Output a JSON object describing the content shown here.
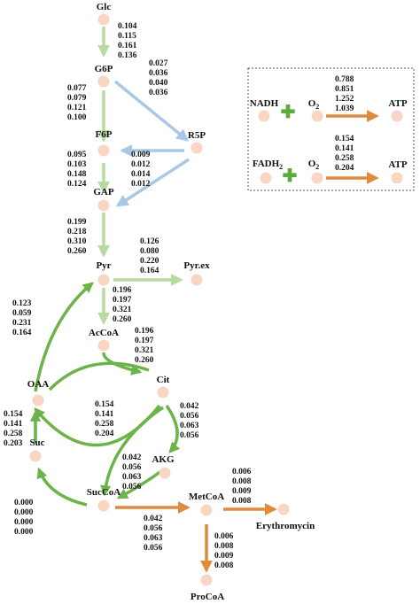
{
  "colors": {
    "node": "#f9d5c4",
    "glycolysis_arrow": "#b6dba0",
    "ppp_arrow": "#a7c9e6",
    "tca_arrow": "#6cb34a",
    "product_arrow": "#e08a3c",
    "plus": "#5aab3a"
  },
  "nodes": [
    {
      "id": "glc",
      "label": "Glc"
    },
    {
      "id": "g6p",
      "label": "G6P"
    },
    {
      "id": "r5p",
      "label": "R5P"
    },
    {
      "id": "f6p",
      "label": "F6P"
    },
    {
      "id": "gap",
      "label": "GAP"
    },
    {
      "id": "pyr",
      "label": "Pyr"
    },
    {
      "id": "pyrex",
      "label": "Pyr.ex"
    },
    {
      "id": "accoa",
      "label": "AcCoA"
    },
    {
      "id": "cit",
      "label": "Cit"
    },
    {
      "id": "oaa",
      "label": "OAA"
    },
    {
      "id": "akg",
      "label": "AKG"
    },
    {
      "id": "suc",
      "label": "Suc"
    },
    {
      "id": "succoa",
      "label": "SucCoA"
    },
    {
      "id": "metcoa",
      "label": "MetCoA"
    },
    {
      "id": "erythromycin",
      "label": "Erythromycin"
    },
    {
      "id": "procoa",
      "label": "ProCoA"
    }
  ],
  "fluxes": [
    {
      "id": "glc_g6p",
      "values": [
        "0.104",
        "0.115",
        "0.161",
        "0.136"
      ]
    },
    {
      "id": "g6p_r5p",
      "values": [
        "0.027",
        "0.036",
        "0.040",
        "0.036"
      ]
    },
    {
      "id": "g6p_f6p",
      "values": [
        "0.077",
        "0.079",
        "0.121",
        "0.100"
      ]
    },
    {
      "id": "f6p_gap",
      "values": [
        "0.095",
        "0.103",
        "0.148",
        "0.124"
      ]
    },
    {
      "id": "r5p_f6p_gap",
      "values": [
        "0.009",
        "0.012",
        "0.014",
        "0.012"
      ]
    },
    {
      "id": "gap_pyr",
      "values": [
        "0.199",
        "0.218",
        "0.310",
        "0.260"
      ]
    },
    {
      "id": "pyr_pyrex",
      "values": [
        "0.126",
        "0.080",
        "0.220",
        "0.164"
      ]
    },
    {
      "id": "pyr_accoa",
      "values": [
        "0.196",
        "0.197",
        "0.321",
        "0.260"
      ]
    },
    {
      "id": "oaa_pyr",
      "values": [
        "0.123",
        "0.059",
        "0.231",
        "0.164"
      ]
    },
    {
      "id": "accoa_cit",
      "values": [
        "0.196",
        "0.197",
        "0.321",
        "0.260"
      ]
    },
    {
      "id": "cit_akg",
      "values": [
        "0.042",
        "0.056",
        "0.063",
        "0.056"
      ]
    },
    {
      "id": "cit_oaa_glyox",
      "values": [
        "0.154",
        "0.141",
        "0.258",
        "0.204"
      ]
    },
    {
      "id": "suc_oaa",
      "values": [
        "0.154",
        "0.141",
        "0.258",
        "0.203"
      ]
    },
    {
      "id": "akg_succoa",
      "values": [
        "0.042",
        "0.056",
        "0.063",
        "0.056"
      ]
    },
    {
      "id": "succoa_suc",
      "values": [
        "0.000",
        "0.000",
        "0.000",
        "0.000"
      ]
    },
    {
      "id": "succoa_metcoa",
      "values": [
        "0.042",
        "0.056",
        "0.063",
        "0.056"
      ]
    },
    {
      "id": "metcoa_erythromycin",
      "values": [
        "0.006",
        "0.008",
        "0.009",
        "0.008"
      ]
    },
    {
      "id": "metcoa_procoa",
      "values": [
        "0.006",
        "0.008",
        "0.009",
        "0.008"
      ]
    }
  ],
  "legend_box": {
    "row1": {
      "donor": "NADH",
      "acceptor": "O",
      "acceptor_sub": "2",
      "product": "ATP",
      "values": [
        "0.788",
        "0.851",
        "1.252",
        "1.039"
      ]
    },
    "row2": {
      "donor": "FADH",
      "donor_sub": "2",
      "acceptor": "O",
      "acceptor_sub": "2",
      "product": "ATP",
      "values": [
        "0.154",
        "0.141",
        "0.258",
        "0.204"
      ]
    }
  }
}
